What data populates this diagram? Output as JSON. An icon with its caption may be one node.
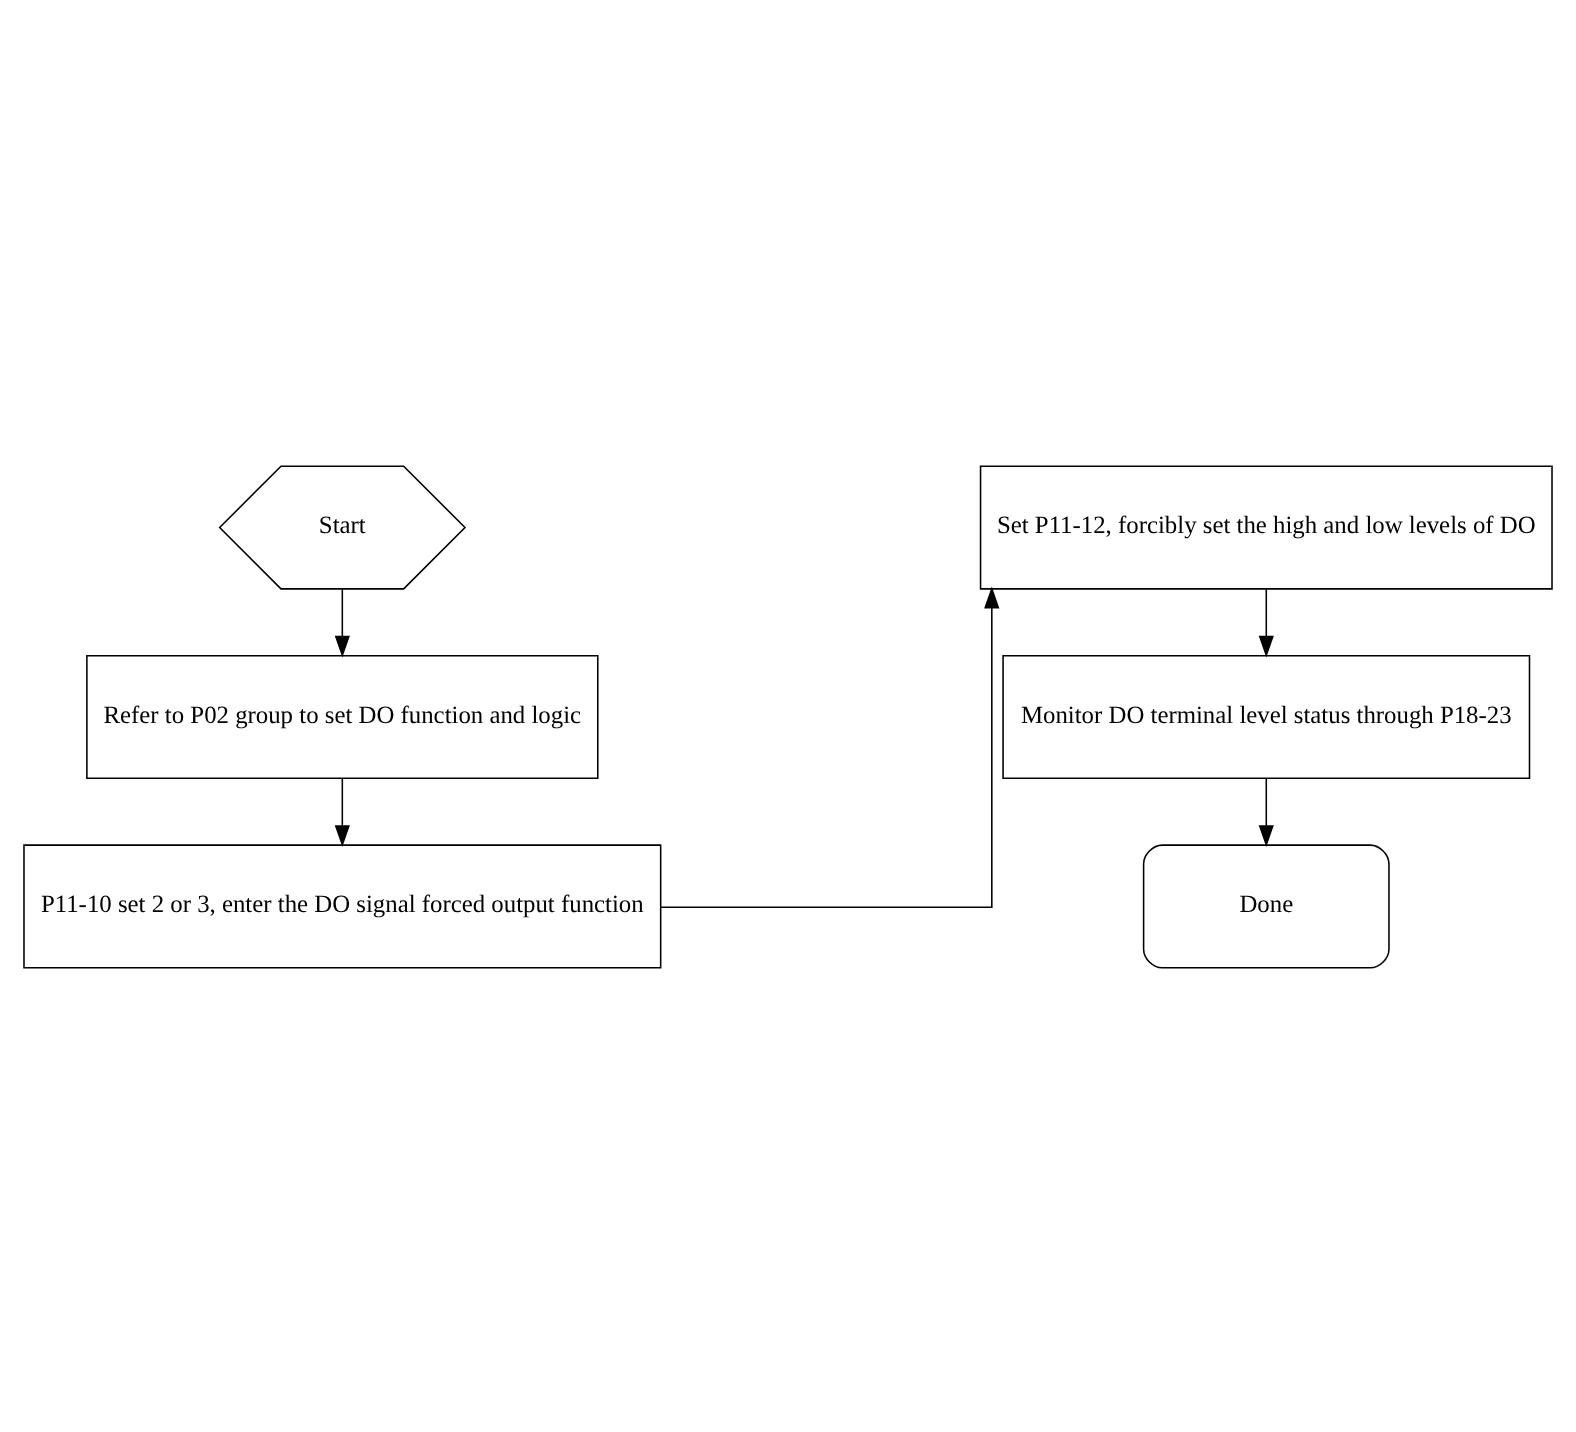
{
  "diagram": {
    "nodes": [
      {
        "text": [
          "Start"
        ]
      },
      {
        "text": [
          "Refer to P02 group to set DO function and logic"
        ]
      },
      {
        "text": [
          "P11-10 set 2 or 3, enter the DO signal forced output function"
        ]
      },
      {
        "text": [
          "Set P11-12, forcibly set the high and low levels of DO"
        ]
      },
      {
        "text": [
          "Monitor DO terminal level status through P18-23"
        ]
      },
      {
        "text": [
          "Done"
        ]
      }
    ],
    "edges": [
      {
        "from": 0,
        "to": 1,
        "arrow": "to"
      },
      {
        "from": 1,
        "to": 2,
        "arrow": "to"
      },
      {
        "from": 2,
        "to": 3,
        "arrow": "to"
      },
      {
        "from": 3,
        "to": 4,
        "arrow": "to"
      },
      {
        "from": 4,
        "to": 5,
        "arrow": "to"
      }
    ]
  }
}
